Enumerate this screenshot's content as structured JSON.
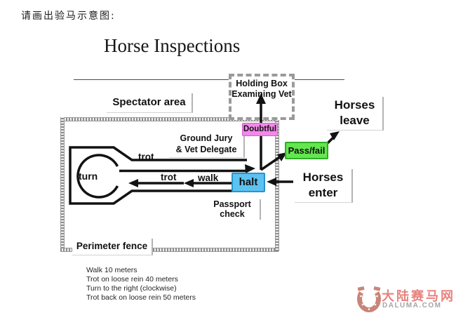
{
  "page": {
    "prompt": "请画出验马示意图:",
    "title": "Horse Inspections"
  },
  "diagram": {
    "labels": {
      "spectator": "Spectator area",
      "holding_line1": "Holding Box",
      "holding_line2": "Examining Vet",
      "ground_jury_line1": "Ground Jury",
      "ground_jury_line2": "& Vet Delegate",
      "horses_leave_line1": "Horses",
      "horses_leave_line2": "leave",
      "horses_enter_line1": "Horses",
      "horses_enter_line2": "enter",
      "doubtful": "Doubtful",
      "passfail": "Pass/fail",
      "halt": "halt",
      "turn": "turn",
      "trot_upper": "trot",
      "trot_lower": "trot",
      "walk": "walk",
      "passport_line1": "Passport",
      "passport_line2": "check",
      "perimeter": "Perimeter fence"
    },
    "colors": {
      "doubtful_fill": "#f388ea",
      "passfail_fill": "#63e64e",
      "halt_fill": "#5cc2f1",
      "fence_gray": "#8d8d8d",
      "line_black": "#121212"
    },
    "instructions": [
      "Walk 10 meters",
      "Trot on loose rein 40 meters",
      "Turn to the right (clockwise)",
      "Trot back on loose rein 50 meters"
    ]
  },
  "watermark": {
    "icon": "horseshoe-icon",
    "site_name": "大陆赛马网",
    "domain": "DALUMA.COM",
    "brand_color": "#e8837e"
  }
}
